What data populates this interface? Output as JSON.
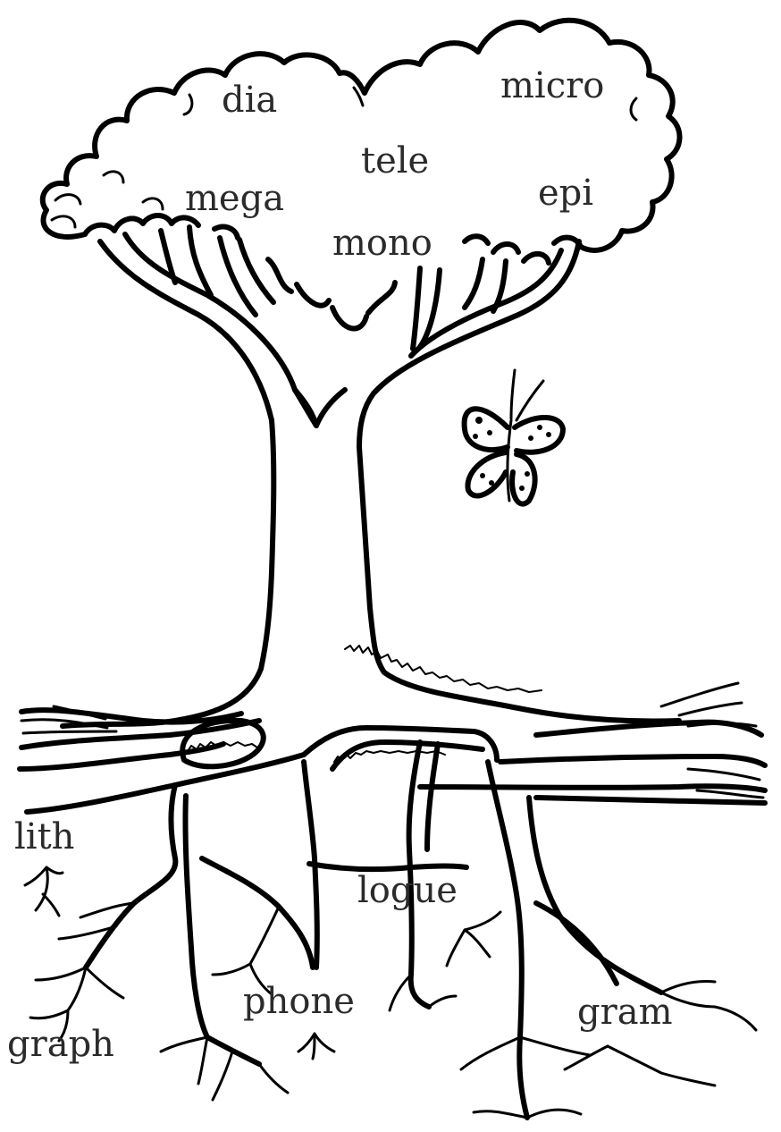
{
  "prefixes": {
    "dia": "dia",
    "micro": "micro",
    "tele": "tele",
    "mega": "mega",
    "epi": "epi",
    "mono": "mono"
  },
  "roots": {
    "lith": "lith",
    "logue": "logue",
    "phone": "phone",
    "gram": "gram",
    "graph": "graph"
  },
  "colors": {
    "ink": "#000000",
    "text": "#2b2b2b",
    "background": "#ffffff"
  },
  "icons": {
    "tree": "tree-illustration",
    "butterfly": "butterfly-illustration",
    "roots": "roots-illustration"
  }
}
